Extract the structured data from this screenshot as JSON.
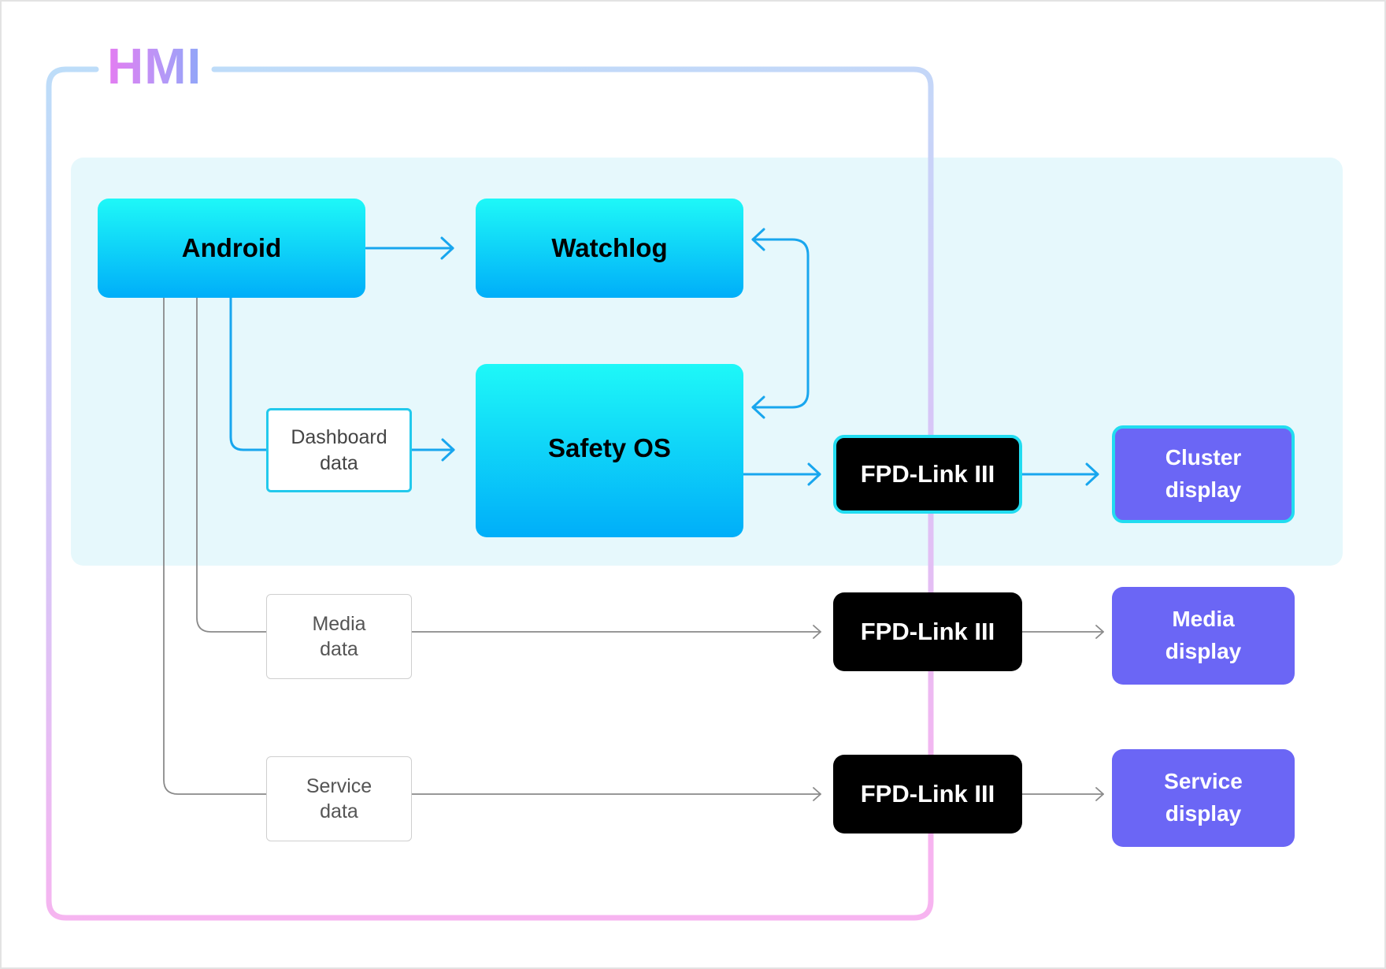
{
  "group_label": "HMI",
  "nodes": {
    "android": "Android",
    "watchlog": "Watchlog",
    "safety_os": "Safety OS",
    "dashboard_data": "Dashboard\ndata",
    "media_data": "Media\ndata",
    "service_data": "Service\ndata",
    "fpd_link_1": "FPD-Link III",
    "fpd_link_2": "FPD-Link III",
    "fpd_link_3": "FPD-Link III",
    "cluster_display": "Cluster\ndisplay",
    "media_display": "Media\ndisplay",
    "service_display": "Service\ndisplay"
  },
  "colors": {
    "primary_flow": "#18a6ee",
    "secondary_flow": "#8a8a8a",
    "display": "#6b66f5",
    "fpd_link": "#000000",
    "highlight_border": "#22dcf0",
    "safety_region": "#e6f8fc"
  }
}
